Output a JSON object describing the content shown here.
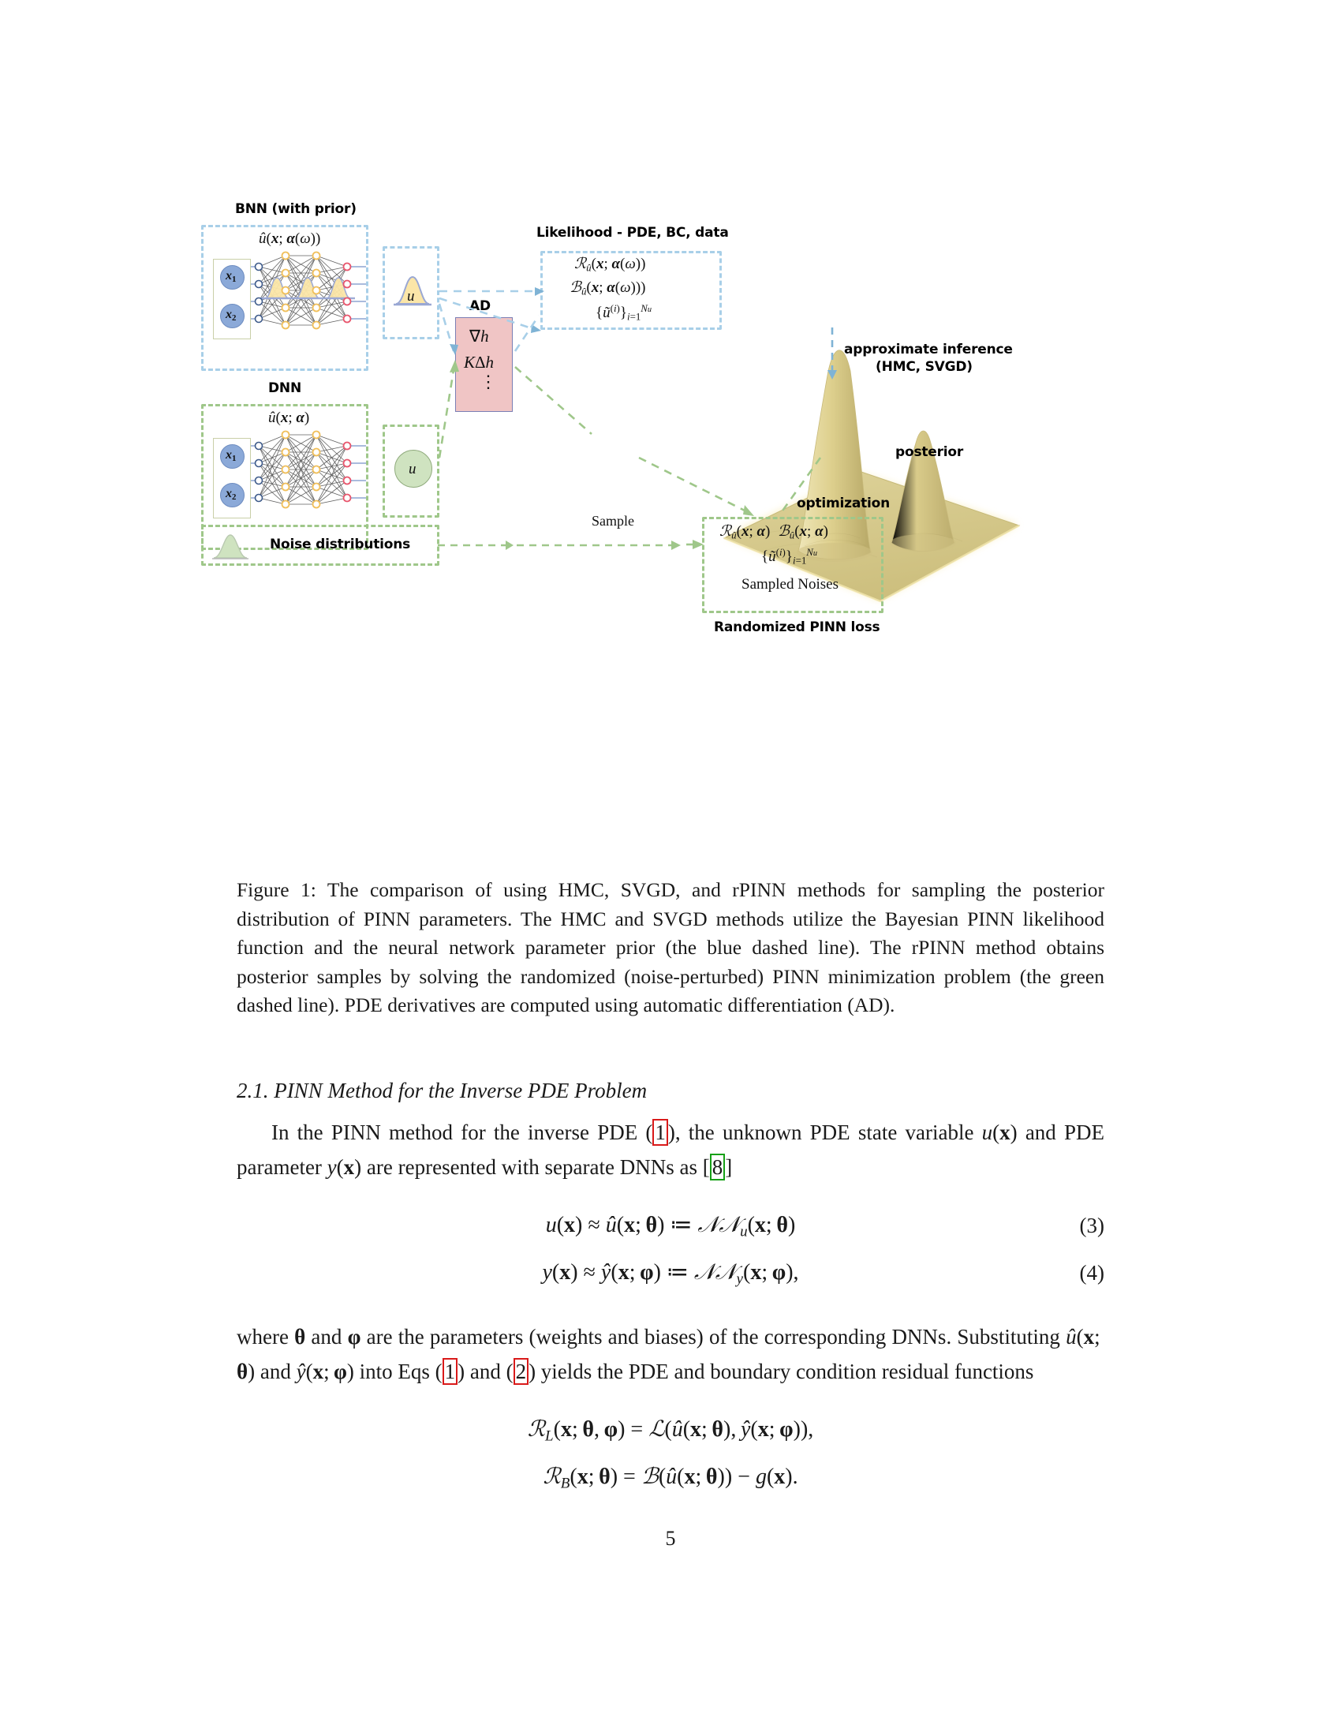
{
  "figure": {
    "labels": {
      "bnn_title": "BNN (with prior)",
      "dnn_title": "DNN",
      "likelihood_title": "Likelihood - PDE, BC, data",
      "ad_title": "AD",
      "approx_inference_line1": "approximate inference",
      "approx_inference_line2": "(HMC, SVGD)",
      "posterior": "posterior",
      "optimization": "optimization",
      "noise_distributions": "Noise distributions",
      "sample": "Sample",
      "sampled_noises": "Sampled Noises",
      "randomized_pinn_loss": "Randomized PINN loss"
    },
    "math": {
      "bnn_net_label": "û(x; α(ω))",
      "dnn_net_label": "û(x; α)",
      "u_bubble_blue": "u",
      "u_bubble_green": "u",
      "ad_line1": "∇h",
      "ad_line2": "KΔh",
      "ad_line3": "⋮",
      "likelihood_line1": "Rű(x; α(ω))",
      "likelihood_line2": "Bű(x; α(ω)))",
      "likelihood_line3": "{ũ⁽ⁱ⁾}ⁱ₌₁^{Nᵤ}",
      "rpinn_line1_a": "Rű(x; α)",
      "rpinn_line1_b": "Bű(x; α)",
      "rpinn_line2": "{ũ⁽ⁱ⁾}ⁱ₌₁^{Nᵤ}"
    },
    "input_nodes": [
      "x₁",
      "x₂"
    ]
  },
  "caption": {
    "text": "Figure 1: The comparison of using HMC, SVGD, and rPINN methods for sampling the posterior distribution of PINN parameters. The HMC and SVGD methods utilize the Bayesian PINN likelihood function and the neural network parameter prior (the blue dashed line). The rPINN method obtains posterior samples by solving the randomized (noise-perturbed) PINN minimization problem (the green dashed line). PDE derivatives are computed using automatic differentiation (AD)."
  },
  "section": {
    "heading": "2.1. PINN Method for the Inverse PDE Problem",
    "para1_part1": "In the PINN method for the inverse PDE (",
    "para1_ref1": "1",
    "para1_part2": "), the unknown PDE state variable ",
    "para1_math1": "u(x)",
    "para1_part3": " and PDE parameter ",
    "para1_math2": "y(x)",
    "para1_part4": " are represented with separate DNNs as ",
    "para1_ref2": "8",
    "eq3": "u(x) ≈ û(x; θ) ≔ NNᵤ(x; θ)",
    "eq3_num": "(3)",
    "eq4": "y(x) ≈ ŷ(x; φ) ≔ NNᵧ(x; φ),",
    "eq4_num": "(4)",
    "para2_part1": "where ",
    "para2_math1": "θ",
    "para2_part2": " and ",
    "para2_math2": "φ",
    "para2_part3": " are the parameters (weights and biases) of the corresponding DNNs. Substituting ",
    "para2_math3": "û(x; θ)",
    "para2_part4": " and ",
    "para2_math4": "ŷ(x; φ)",
    "para2_part5": " into Eqs (",
    "para2_ref1": "1",
    "para2_part6": ") and (",
    "para2_ref2": "2",
    "para2_part7": ") yields the PDE and boundary condition residual functions",
    "eq5": "Rʟ(x; θ, φ) = L(û(x; θ), ŷ(x; φ)),",
    "eq6": "Rʙ(x; θ) = B(û(x; θ)) − g(x)."
  },
  "page_number": "5",
  "colors": {
    "blue_dashed": "#a8cfe8",
    "green_dashed": "#9fc78a",
    "ad_box_fill": "#f0c5c5",
    "posterior_surface": "#d8cd8a",
    "input_node": "#8ba9d8",
    "hidden_node_ring": "#f0bf5a",
    "output_node_ring": "#e8566d",
    "link_red": "#d91a1a",
    "link_green": "#17a017"
  }
}
